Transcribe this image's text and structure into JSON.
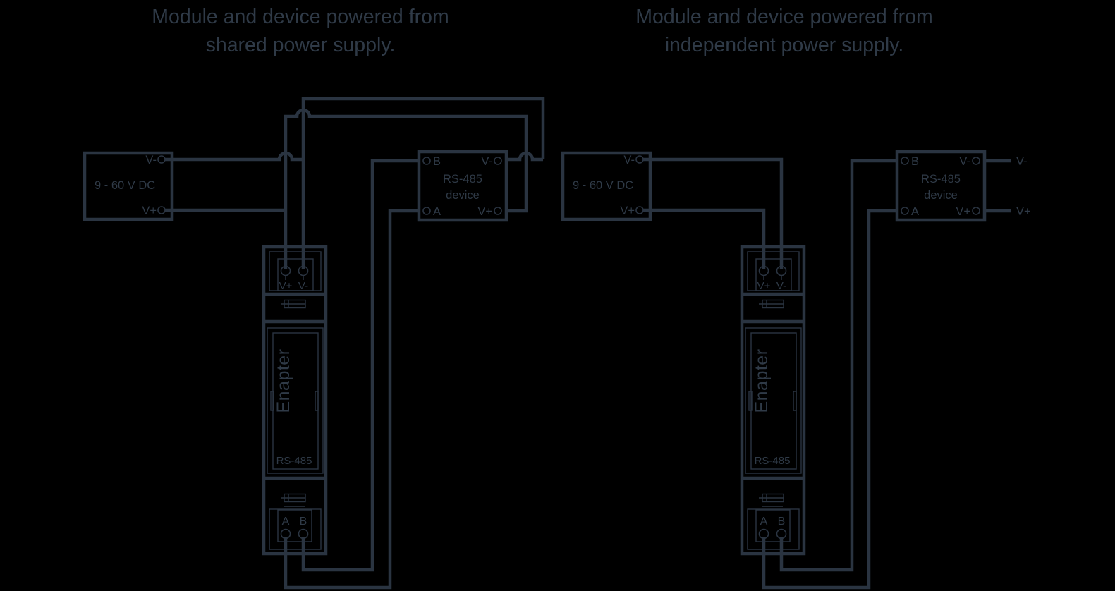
{
  "colors": {
    "background": "#000000",
    "line": "#2a3441",
    "text": "#2f3a47"
  },
  "diagrams": {
    "left": {
      "title_line1": "Module and device powered from",
      "title_line2": "shared power supply.",
      "power_supply": {
        "label": "9 - 60 V DC",
        "terminal_v_minus": "V-",
        "terminal_v_plus": "V+"
      },
      "module": {
        "brand": "Enapter",
        "model": "RS-485",
        "terminal_v_plus": "V+",
        "terminal_v_minus": "V-",
        "terminal_a": "A",
        "terminal_b": "B"
      },
      "device": {
        "name_line1": "RS-485",
        "name_line2": "device",
        "terminal_b": "B",
        "terminal_a": "A",
        "terminal_v_minus": "V-",
        "terminal_v_plus": "V+"
      }
    },
    "right": {
      "title_line1": "Module and device powered from",
      "title_line2": "independent power supply.",
      "power_supply": {
        "label": "9 - 60 V DC",
        "terminal_v_minus": "V-",
        "terminal_v_plus": "V+"
      },
      "module": {
        "brand": "Enapter",
        "model": "RS-485",
        "terminal_v_plus": "V+",
        "terminal_v_minus": "V-",
        "terminal_a": "A",
        "terminal_b": "B"
      },
      "device": {
        "name_line1": "RS-485",
        "name_line2": "device",
        "terminal_b": "B",
        "terminal_a": "A",
        "terminal_v_minus": "V-",
        "terminal_v_plus": "V+"
      },
      "external_leads": {
        "v_minus": "V-",
        "v_plus": "V+"
      }
    }
  }
}
